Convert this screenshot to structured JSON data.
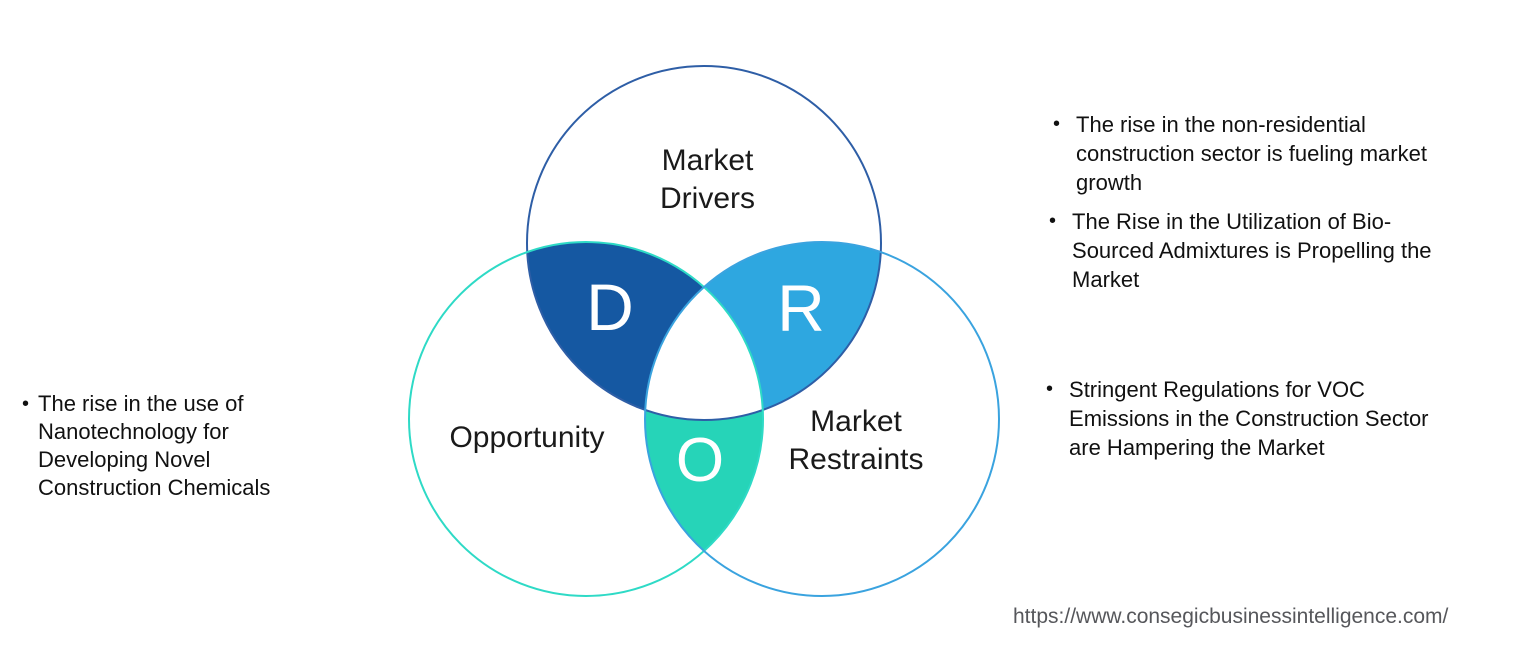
{
  "diagram": {
    "title": "DRO venn diagram",
    "letters": {
      "drivers": "D",
      "restraints": "R",
      "opportunity": "O"
    },
    "labels": {
      "drivers_line1": "Market",
      "drivers_line2": "Drivers",
      "opportunity": "Opportunity",
      "restraints_line1": "Market",
      "restraints_line2": "Restraints"
    },
    "colors": {
      "drivers_fill": "#1558A2",
      "restraints_fill": "#2EA7E0",
      "opportunity_fill": "#26D4B8",
      "drivers_outline": "#2E5EA6",
      "restraints_outline": "#3AA3DF",
      "opportunity_outline": "#2EDAC6",
      "letter_color": "#FFFFFF",
      "center_overlap": "#FFFFFF"
    }
  },
  "left_note": {
    "bullet": "•",
    "lines": [
      "The rise in the use of",
      "Nanotechnology for",
      "Developing Novel",
      "Construction Chemicals"
    ]
  },
  "right_notes": [
    {
      "bullet": "•",
      "lines": [
        "The rise in the non-residential",
        "construction sector is fueling market",
        "growth"
      ]
    },
    {
      "bullet": "•",
      "lines": [
        "The Rise in the Utilization of Bio-",
        "Sourced Admixtures is Propelling the",
        "Market"
      ]
    },
    {
      "bullet": "•",
      "lines": [
        "Stringent Regulations for VOC",
        "Emissions in the Construction Sector",
        "are Hampering the Market"
      ]
    }
  ],
  "footer": {
    "url": "https://www.consegicbusinessintelligence.com/"
  }
}
